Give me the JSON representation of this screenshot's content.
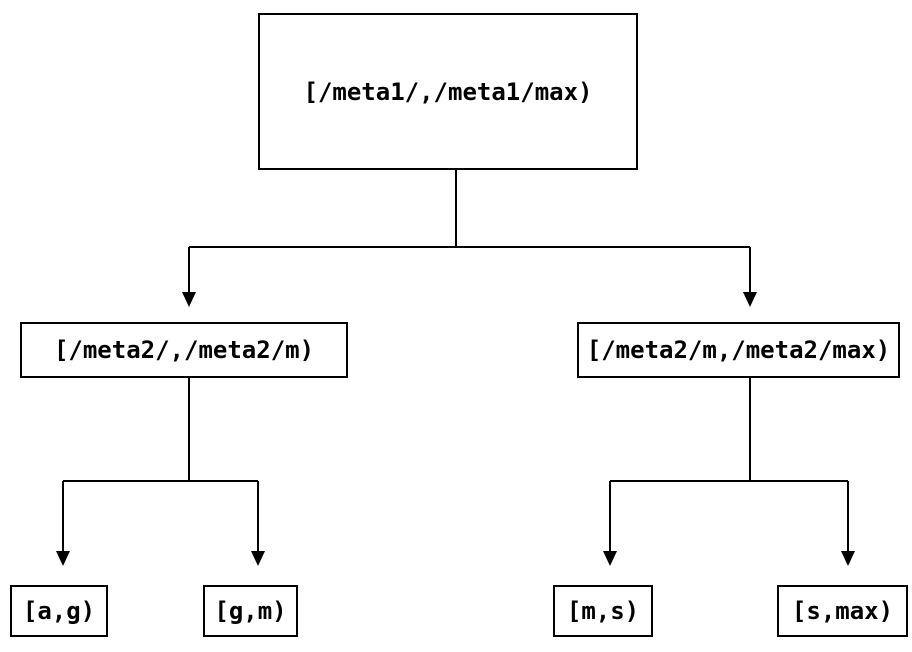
{
  "diagram": {
    "type": "interval-partition-tree",
    "colors": {
      "background": "#ffffff",
      "box_fill": "#ffffff",
      "line": "#000000",
      "text": "#000000"
    },
    "tree": {
      "root": {
        "label": "[/meta1/,/meta1/max)",
        "children": [
          {
            "label": "[/meta2/,/meta2/m)",
            "children": [
              {
                "label": "[a,g)"
              },
              {
                "label": "[g,m)"
              }
            ]
          },
          {
            "label": "[/meta2/m,/meta2/max)",
            "children": [
              {
                "label": "[m,s)"
              },
              {
                "label": "[s,max)"
              }
            ]
          }
        ]
      }
    }
  }
}
